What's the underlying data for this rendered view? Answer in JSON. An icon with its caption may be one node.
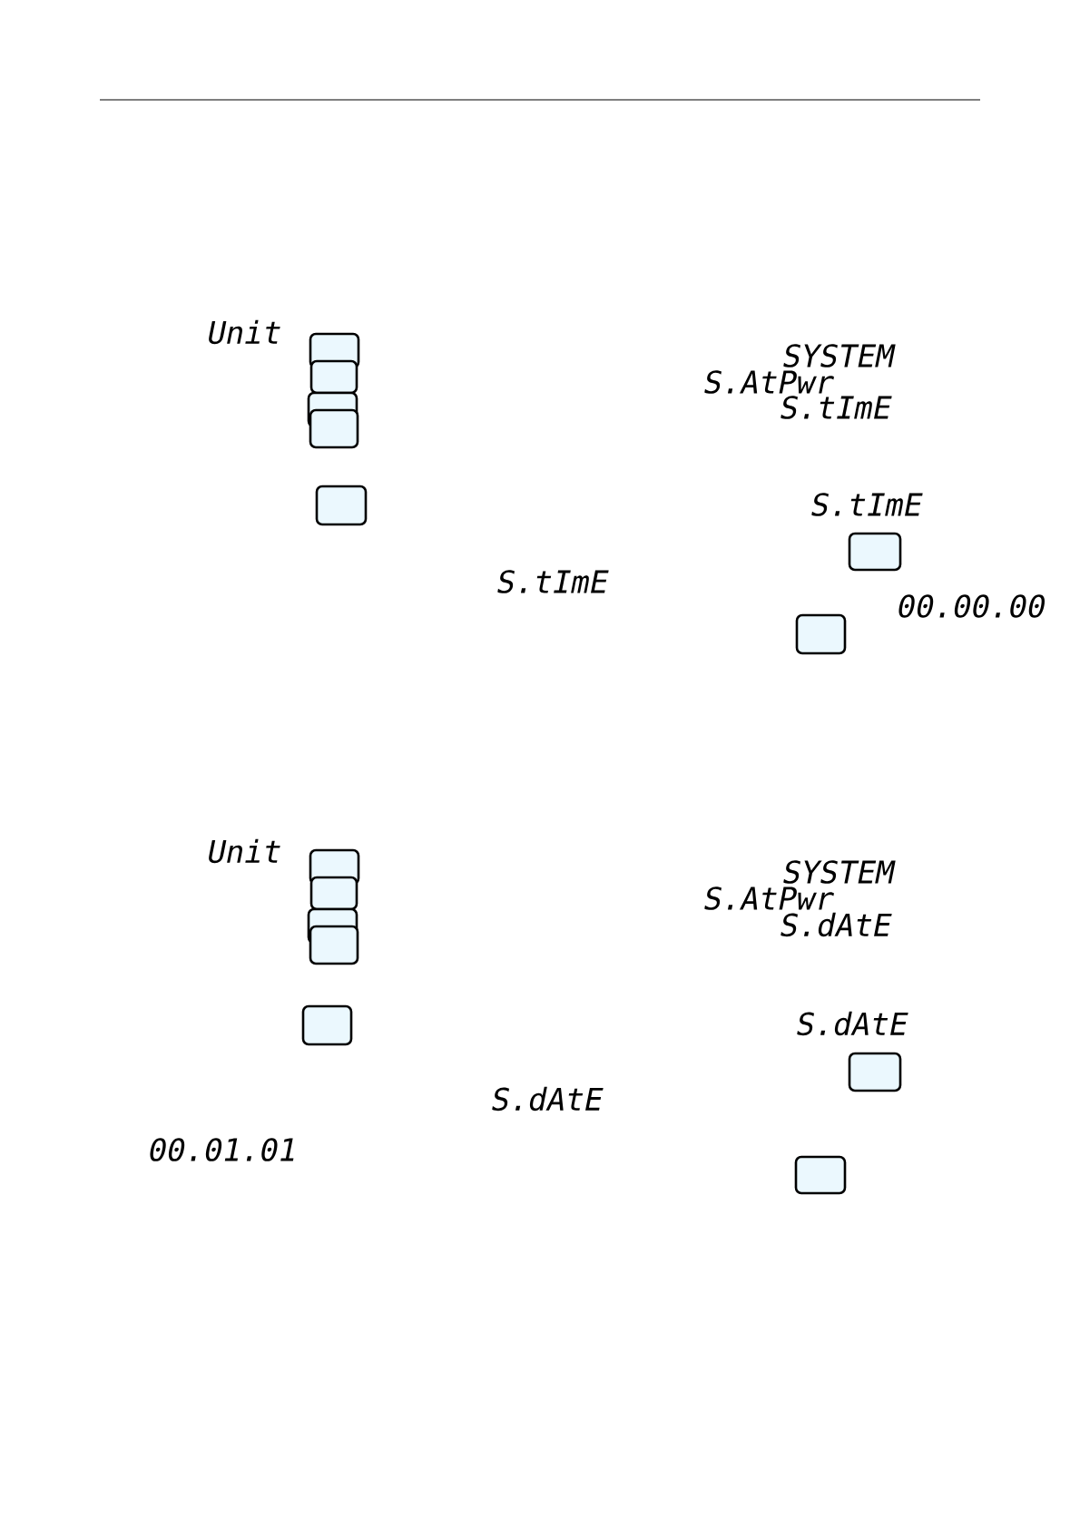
{
  "diagram": {
    "labels": [
      "Unit",
      "SYSTEM",
      "S.AtPwr",
      "S.tImE",
      "S.tImE",
      "S.tImE",
      "00.00.00",
      "Unit",
      "SYSTEM",
      "S.AtPwr",
      "S.dAtE",
      "S.dAtE",
      "S.dAtE",
      "00.01.01"
    ]
  }
}
